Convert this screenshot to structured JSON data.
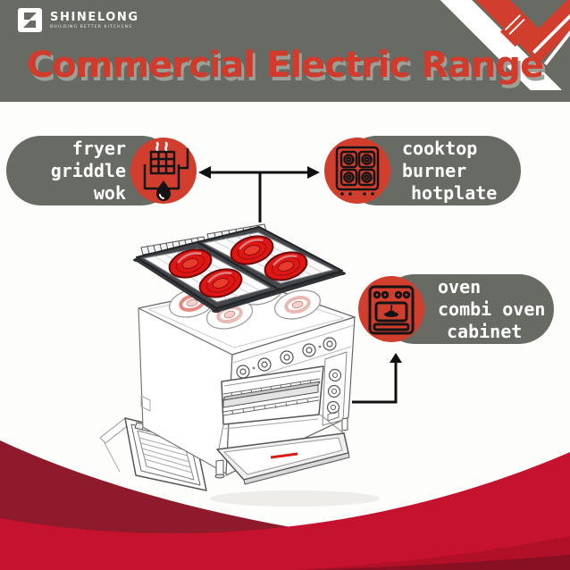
{
  "header": {
    "brand": "SHINELONG",
    "tagline": "BUILDING BETTER KITCHENS",
    "title": "Commercial Electric Range"
  },
  "pills": {
    "fryer": {
      "lines": [
        "fryer",
        "griddle",
        "wok"
      ],
      "icon": "fryer-basket-flame-icon"
    },
    "cooktop": {
      "lines": [
        "cooktop",
        "burner",
        "hotplate"
      ],
      "icon": "four-burner-cooktop-icon"
    },
    "oven": {
      "lines": [
        "oven",
        "combi oven",
        "cabinet"
      ],
      "icon": "oven-with-dish-icon"
    }
  },
  "illustration": {
    "subject": "commercial electric range line drawing with lifted four-burner ceramic cooktop, hotplates, control knobs, open oven and detached oven door"
  },
  "colors": {
    "header_gray": "#686b63",
    "title_red": "#d23a2b",
    "icon_circle_red": "#d13e2d",
    "burner_red": "#e01615",
    "wave_bright_red": "#c5122e",
    "wave_maroon": "#8e1a2c",
    "text_white": "#ffffff"
  }
}
